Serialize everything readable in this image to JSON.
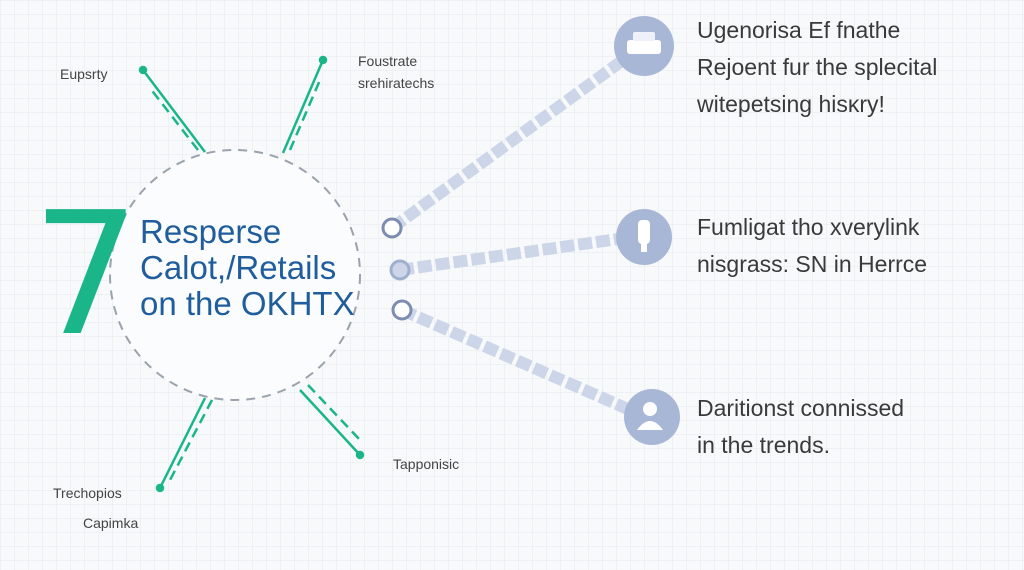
{
  "big_number": "7",
  "center": {
    "lines": [
      "Resperse",
      "Calot,/Retails",
      "on the OKHTX"
    ]
  },
  "spoke_labels": {
    "top_left": "Eupsrty",
    "top_right": [
      "Foustrate",
      "srehiratechs"
    ],
    "bottom_left": [
      "Trechopios",
      "Capimka"
    ],
    "bottom_right": "Tapponisic"
  },
  "items": [
    {
      "icon": "car-icon",
      "lines": [
        "Ugenorisa Ef fnathe",
        "Rejoent fur the splecital",
        "witepetsing hisκry!"
      ]
    },
    {
      "icon": "usb-icon",
      "lines": [
        "Fumligat tho xverylink",
        "nisgrass: SN in Herrce"
      ]
    },
    {
      "icon": "user-icon",
      "lines": [
        "Daritionst connissed",
        "in the trends."
      ]
    }
  ],
  "colors": {
    "green": "#1bb58a",
    "blue": "#1f5d9c",
    "icon_bg": "#a8b7d6",
    "connector": "#cdd6e8"
  }
}
